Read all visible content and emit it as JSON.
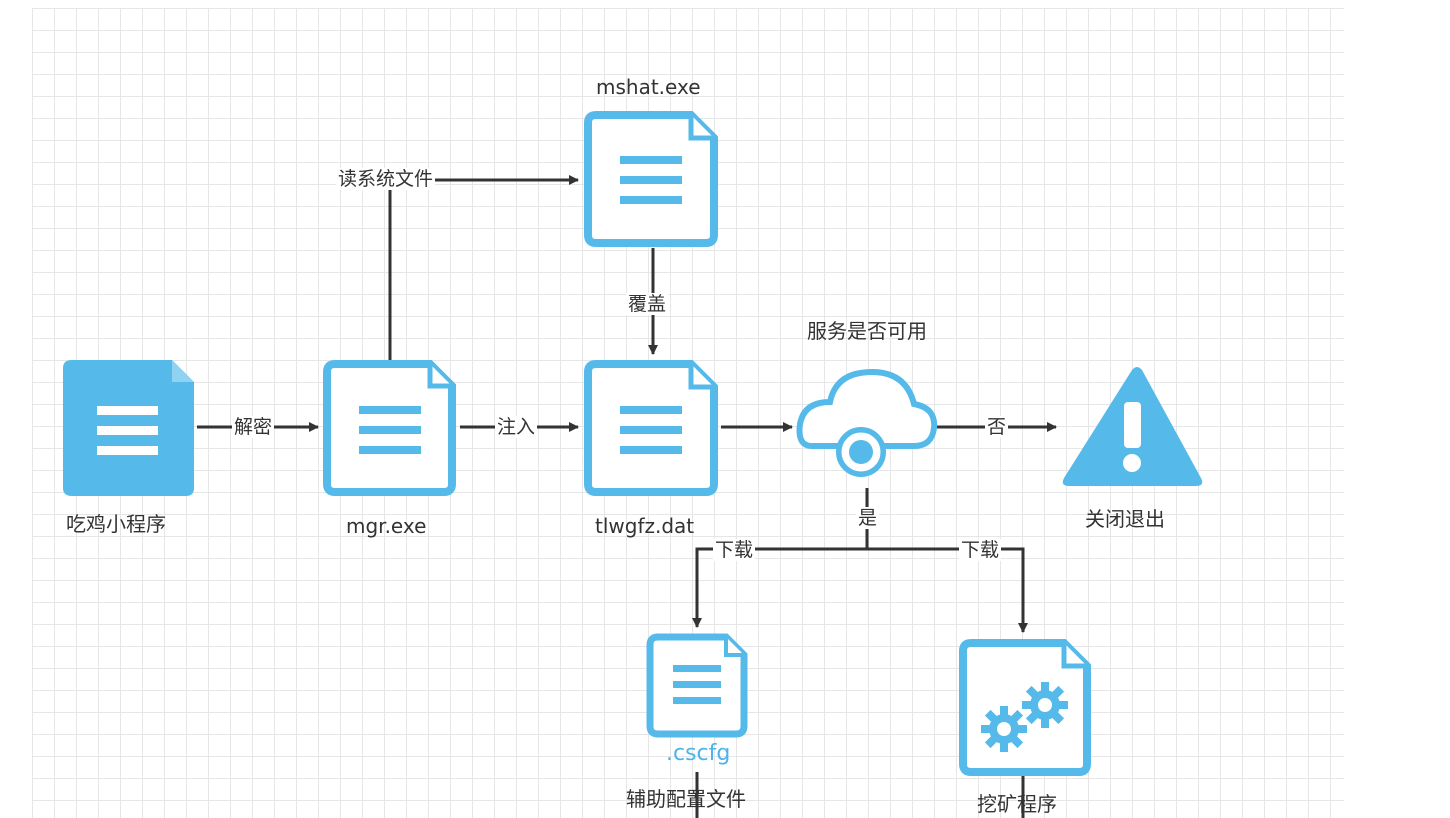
{
  "nodes": {
    "chiji": {
      "label": "吃鸡小程序"
    },
    "mgr": {
      "label": "mgr.exe"
    },
    "mshat": {
      "label": "mshat.exe"
    },
    "tlwgfz": {
      "label": "tlwgfz.dat"
    },
    "service": {
      "label": "服务是否可用"
    },
    "exit": {
      "label": "关闭退出"
    },
    "cscfg": {
      "label": ".cscfg",
      "sublabel": "辅助配置文件"
    },
    "miner": {
      "label": "挖矿程序"
    }
  },
  "edges": {
    "decrypt": "解密",
    "read_sys": "读系统文件",
    "overwrite": "覆盖",
    "inject": "注入",
    "no": "否",
    "yes": "是",
    "download_left": "下载",
    "download_right": "下载"
  },
  "colors": {
    "icon_blue": "#55baea",
    "line": "#333333"
  }
}
